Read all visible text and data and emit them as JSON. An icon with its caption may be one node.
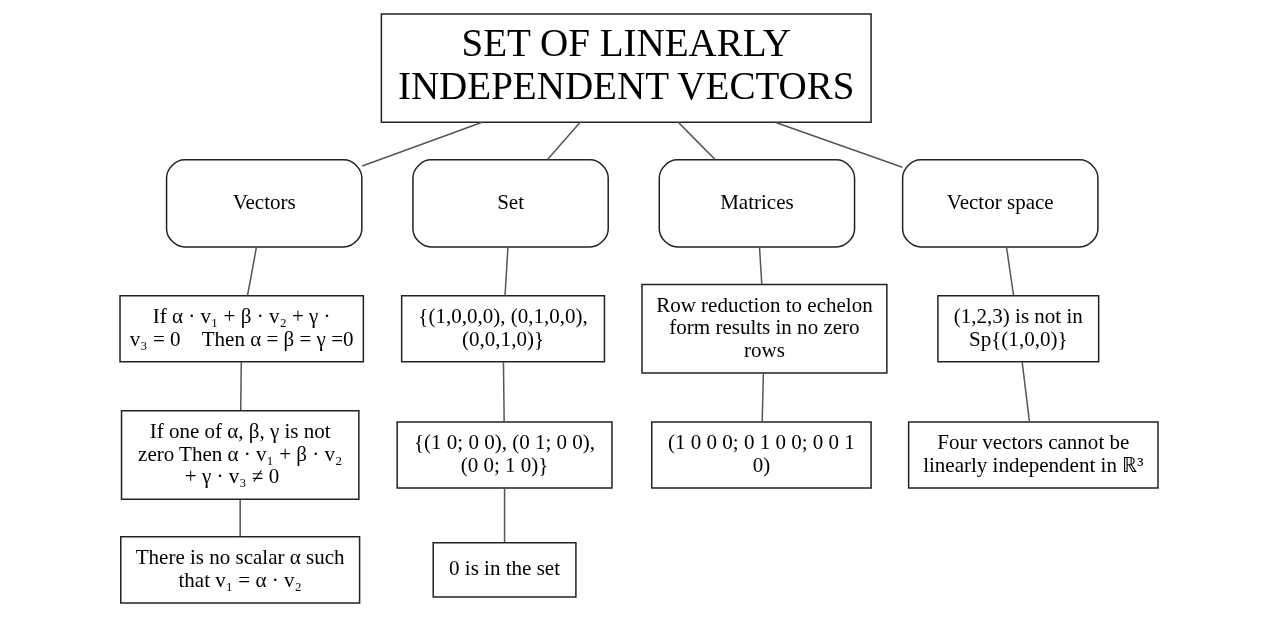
{
  "diagram": {
    "nodes": [
      {
        "text": [
          "SET OF LINEARLY INDEPENDENT VECTORS"
        ]
      },
      {
        "text": [
          "Vectors"
        ]
      },
      {
        "text": [
          "Set"
        ]
      },
      {
        "text": [
          "Matrices"
        ]
      },
      {
        "text": [
          "Vector space"
        ]
      },
      {
        "text": [
          "If α · v₁ + β · v₂ + γ · v₃ = 0⃗ Then α = β = γ =0"
        ]
      },
      {
        "text": [
          "{(1,0,0,0), (0,1,0,0), (0,0,1,0)}"
        ]
      },
      {
        "text": [
          "Row reduction to echelon form results in no zero rows"
        ]
      },
      {
        "text": [
          "(1,2,3) is not in Sp{(1,0,0)}"
        ]
      },
      {
        "text": [
          "If one of α, β, γ is not zero Then α · v₁ + β · v₂ + γ · v₃ ≠ 0⃗"
        ]
      },
      {
        "text": [
          "{(1 0; 0 0), (0 1; 0 0), (0 0; 1 0)}"
        ]
      },
      {
        "text": [
          "(1 0 0 0; 0 1 0 0; 0 0 1 0)"
        ]
      },
      {
        "text": [
          "Four vectors cannot be linearly independent in ℝ³"
        ]
      },
      {
        "text": [
          "There is no scalar α such that v₁ = α · v₂"
        ]
      },
      {
        "text": [
          "0 is in the set"
        ]
      }
    ],
    "edges": [
      {
        "from": 0,
        "to": 1,
        "arrow": "none"
      },
      {
        "from": 0,
        "to": 2,
        "arrow": "none"
      },
      {
        "from": 0,
        "to": 3,
        "arrow": "none"
      },
      {
        "from": 0,
        "to": 4,
        "arrow": "none"
      },
      {
        "from": 1,
        "to": 5,
        "arrow": "none"
      },
      {
        "from": 5,
        "to": 9,
        "arrow": "none"
      },
      {
        "from": 9,
        "to": 13,
        "arrow": "none"
      },
      {
        "from": 2,
        "to": 6,
        "arrow": "none"
      },
      {
        "from": 6,
        "to": 10,
        "arrow": "none"
      },
      {
        "from": 10,
        "to": 14,
        "arrow": "none"
      },
      {
        "from": 3,
        "to": 7,
        "arrow": "none"
      },
      {
        "from": 7,
        "to": 11,
        "arrow": "none"
      },
      {
        "from": 4,
        "to": 8,
        "arrow": "none"
      },
      {
        "from": 8,
        "to": 12,
        "arrow": "none"
      }
    ]
  }
}
